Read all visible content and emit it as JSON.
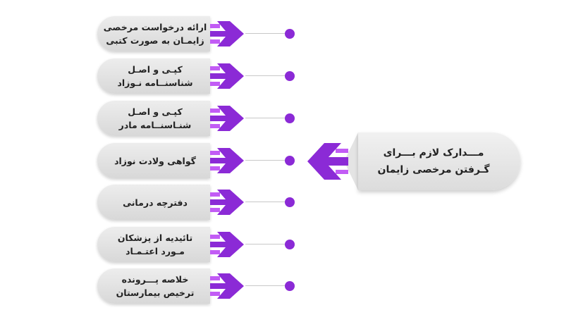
{
  "colors": {
    "accent": "#8b2ad6",
    "accent_light": "#c25cf5",
    "card": "#e4e4e4"
  },
  "main": {
    "line1": "مـــدارک لازم بـــرای",
    "line2": "گـرفتن مرخصی زایمان"
  },
  "items": [
    {
      "line1": "ارائه درخواست مرخصی",
      "line2": "زایمـان به صورت کتبی"
    },
    {
      "line1": "کپـی و اصـل",
      "line2": "شناسنــامه نـوزاد"
    },
    {
      "line1": "کپـی و اصـل",
      "line2": "شنـاسنــامه مادر"
    },
    {
      "line1": "گواهی ولادت نوزاد",
      "line2": ""
    },
    {
      "line1": "دفترچه درمانی",
      "line2": ""
    },
    {
      "line1": "تائیدیه از پزشکان",
      "line2": "مـورد اعتـمـاد"
    },
    {
      "line1": "خلاصه پـــرونده",
      "line2": "ترخیص بیمارستان"
    }
  ]
}
